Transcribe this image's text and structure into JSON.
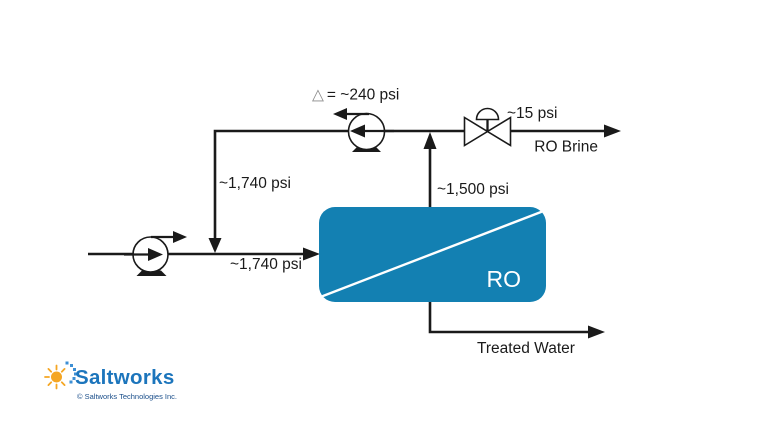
{
  "diagram": {
    "labels": {
      "delta_symbol": "△",
      "delta_text": "= ~240 psi",
      "recycle_line_pressure": "~1,740 psi",
      "feed_line_pressure": "~1,740 psi",
      "riser_pressure": "~1,500 psi",
      "valve_outlet_pressure": "~15 psi",
      "brine_outlet": "RO Brine",
      "ro_unit": "RO",
      "treated_water_outlet": "Treated Water"
    },
    "colors": {
      "line": "#1a1a1a",
      "ro_fill": "#1380B2",
      "ro_text": "#ffffff",
      "delta_symbol_gray": "#8a8a8a"
    }
  },
  "logo": {
    "brand": "Saltworks",
    "copyright": "© Saltworks Technologies Inc.",
    "colors": {
      "brand_blue": "#1C75BC",
      "copyright_blue": "#1A4E8A",
      "sun_orange": "#F5A623",
      "pixel_blue": "#3D8FD4"
    }
  }
}
